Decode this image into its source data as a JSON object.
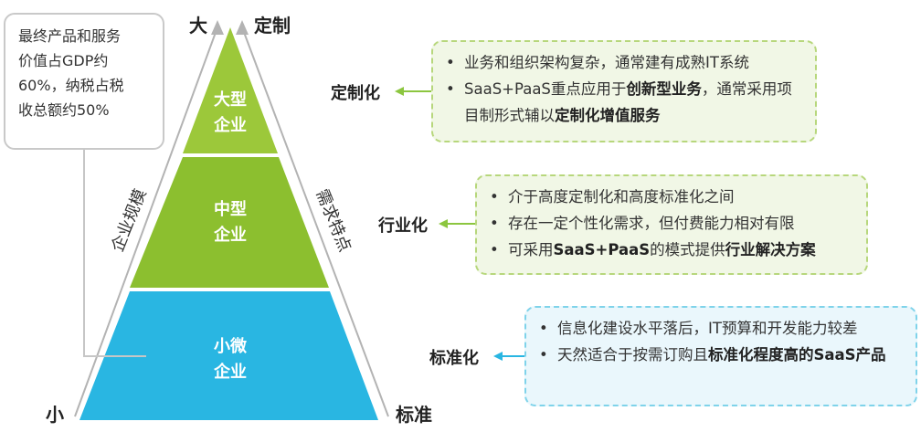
{
  "callout": {
    "line1": "最终产品和服务",
    "line2": "价值占GDP约",
    "line3": "60%，纳税占税",
    "line4": "收总额约50%"
  },
  "axes": {
    "left_top": "大",
    "left_bottom": "小",
    "left_side": "企业规模",
    "right_top": "定制",
    "right_bottom": "标准",
    "right_side": "需求特点"
  },
  "tiers": [
    {
      "line1": "大型",
      "line2": "企业",
      "color": "#9cc83a"
    },
    {
      "line1": "中型",
      "line2": "企业",
      "color": "#8cbf2f"
    },
    {
      "line1": "小微",
      "line2": "企业",
      "color": "#29b6e2"
    }
  ],
  "categories": [
    {
      "label": "定制化",
      "bullets": [
        {
          "parts": [
            {
              "t": "业务和组织架构复杂，通常建有成熟IT系统",
              "b": false
            }
          ]
        },
        {
          "parts": [
            {
              "t": "SaaS+PaaS重点应用于",
              "b": false
            },
            {
              "t": "创新型业务",
              "b": true
            },
            {
              "t": "，通常采用项目制形式辅以",
              "b": false
            },
            {
              "t": "定制化增值服务",
              "b": true
            }
          ]
        }
      ]
    },
    {
      "label": "行业化",
      "bullets": [
        {
          "parts": [
            {
              "t": "介于高度定制化和高度标准化之间",
              "b": false
            }
          ]
        },
        {
          "parts": [
            {
              "t": "存在一定个性化需求，但付费能力相对有限",
              "b": false
            }
          ]
        },
        {
          "parts": [
            {
              "t": "可采用",
              "b": false
            },
            {
              "t": "SaaS+PaaS",
              "b": true
            },
            {
              "t": "的模式提供",
              "b": false
            },
            {
              "t": "行业解决方案",
              "b": true
            }
          ]
        }
      ]
    },
    {
      "label": "标准化",
      "bullets": [
        {
          "parts": [
            {
              "t": "信息化建设水平落后，IT预算和开发能力较差",
              "b": false
            }
          ]
        },
        {
          "parts": [
            {
              "t": "天然适合于按需订购且",
              "b": false
            },
            {
              "t": "标准化程度高的SaaS产品",
              "b": true
            }
          ]
        }
      ]
    }
  ],
  "bullet_char": "•",
  "colors": {
    "green": "#8cbf2f",
    "blue": "#29b6e2",
    "arrow_green": "#8cc63f",
    "arrow_blue": "#29b6e2",
    "axis": "#b0b0b0"
  }
}
